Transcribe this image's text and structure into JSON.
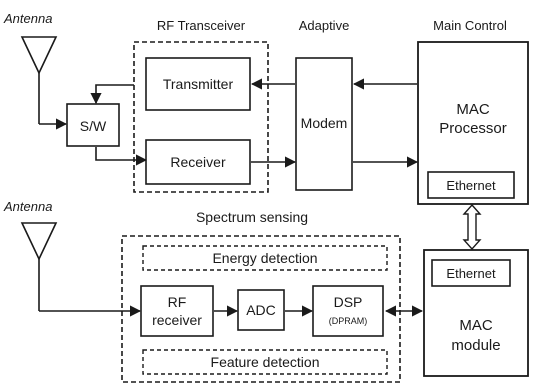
{
  "labels": {
    "antenna_top": "Antenna",
    "antenna_bottom": "Antenna",
    "rf_transceiver": "RF Transceiver",
    "adaptive": "Adaptive",
    "main_control": "Main Control",
    "transmitter": "Transmitter",
    "receiver": "Receiver",
    "switch": "S/W",
    "modem": "Modem",
    "mac_processor_line1": "MAC",
    "mac_processor_line2": "Processor",
    "ethernet_top": "Ethernet",
    "spectrum_sensing": "Spectrum sensing",
    "energy_detection": "Energy detection",
    "rf_receiver_line1": "RF",
    "rf_receiver_line2": "receiver",
    "adc": "ADC",
    "dsp": "DSP",
    "dpram": "(DPRAM)",
    "feature_detection": "Feature detection",
    "ethernet_bottom": "Ethernet",
    "mac_module_line1": "MAC",
    "mac_module_line2": "module"
  },
  "colors": {
    "line": "#1a1a1a",
    "background": "#ffffff"
  }
}
